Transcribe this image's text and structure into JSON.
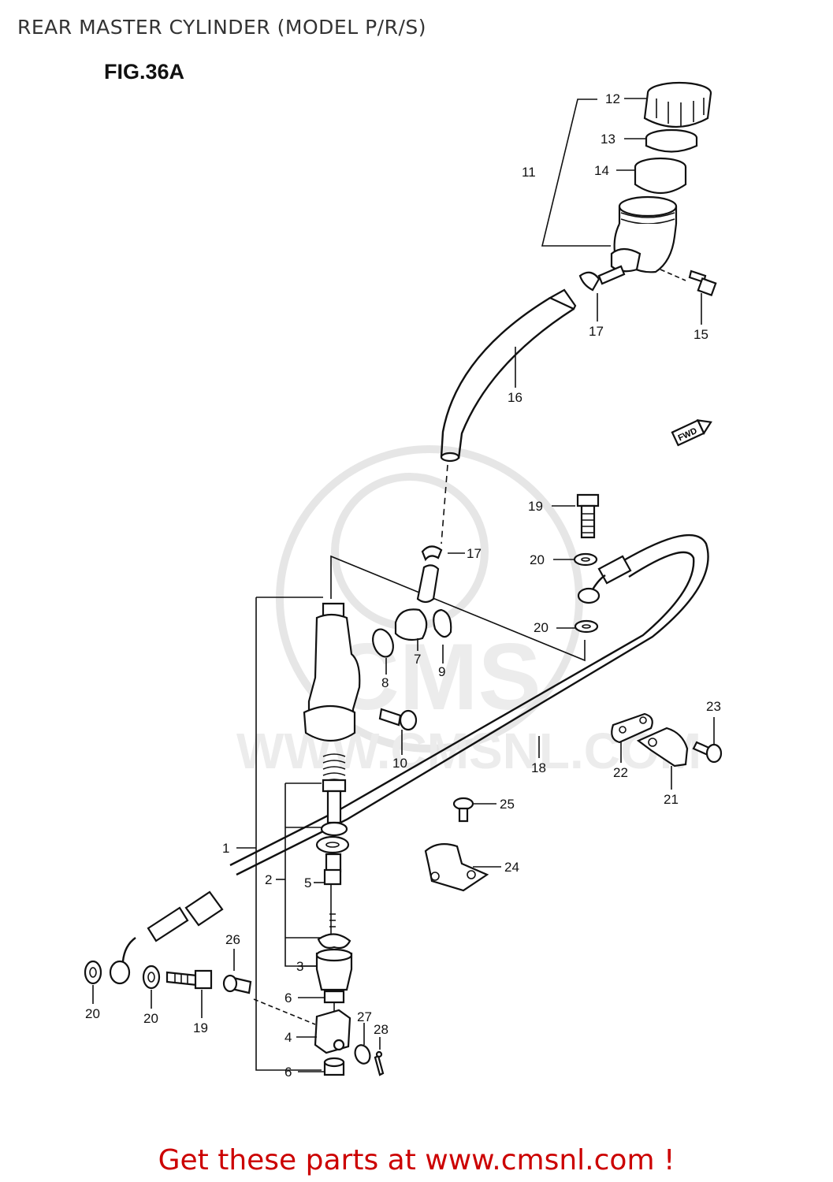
{
  "header": {
    "title": "REAR MASTER CYLINDER (MODEL P/R/S)",
    "figure": "FIG.36A"
  },
  "watermark": {
    "brand": "CMS",
    "url": "WWW.CMSNL.COM"
  },
  "fwd_badge": "FWD",
  "callouts": {
    "c1": "1",
    "c2": "2",
    "c3": "3",
    "c4": "4",
    "c5": "5",
    "c6a": "6",
    "c6b": "6",
    "c7": "7",
    "c8": "8",
    "c9": "9",
    "c10": "10",
    "c11": "11",
    "c12": "12",
    "c13": "13",
    "c14": "14",
    "c15": "15",
    "c16": "16",
    "c17a": "17",
    "c17b": "17",
    "c18": "18",
    "c19a": "19",
    "c19b": "19",
    "c20a": "20",
    "c20b": "20",
    "c20c": "20",
    "c20d": "20",
    "c21": "21",
    "c22": "22",
    "c23": "23",
    "c24": "24",
    "c25": "25",
    "c26": "26",
    "c27": "27",
    "c28": "28"
  },
  "footer": {
    "text": "Get these parts at www.cmsnl.com !"
  },
  "colors": {
    "footer": "#cc0000",
    "lines": "#111111",
    "watermark": "#e6e6e6"
  }
}
